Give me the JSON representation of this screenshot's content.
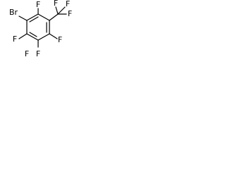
{
  "molecule": {
    "atoms": {
      "bromine": "Br",
      "f_top": "F",
      "f_left_upper": "F",
      "f_left_lower": "F",
      "f_bottom": "F",
      "f_right_lower": "F",
      "cf3_f_top": "F",
      "cf3_f_upper_right": "F",
      "cf3_f_right": "F"
    },
    "colors": {
      "bond": "#000000",
      "label": "#000000"
    }
  }
}
